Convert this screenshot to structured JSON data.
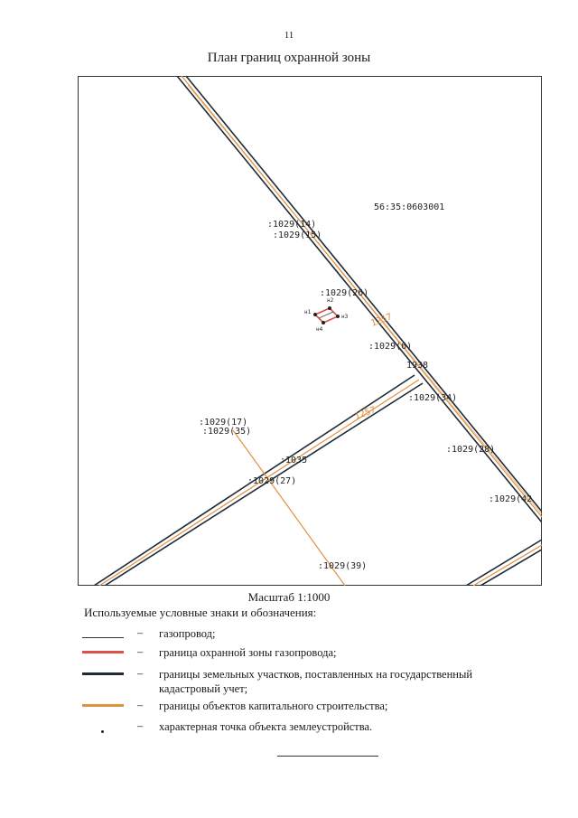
{
  "page_number": "11",
  "title": "План границ охранной зоны",
  "map": {
    "cadastral_quarter": "56:35:0603001",
    "labels": [
      {
        "id": "1029-14",
        "text": ":1029(14)",
        "style": "black"
      },
      {
        "id": "1029-15",
        "text": ":1029(15)",
        "style": "black"
      },
      {
        "id": "1029-26",
        "text": ":1029(26)",
        "style": "black"
      },
      {
        "id": "h1",
        "text": "н1",
        "style": "small"
      },
      {
        "id": "h2",
        "text": "н2",
        "style": "small"
      },
      {
        "id": "h3",
        "text": "н3",
        "style": "small"
      },
      {
        "id": "h4",
        "text": "н4",
        "style": "small"
      },
      {
        "id": "1257",
        "text": "1257",
        "style": "orange"
      },
      {
        "id": "1029-6",
        "text": ":1029(6)",
        "style": "black"
      },
      {
        "id": "1938",
        "text": "1938",
        "style": "black"
      },
      {
        "id": "1029-34",
        "text": ":1029(34)",
        "style": "black"
      },
      {
        "id": "1257-2",
        "text": "1257",
        "style": "orange"
      },
      {
        "id": "1029-17",
        "text": ":1029(17)",
        "style": "black"
      },
      {
        "id": "1029-35",
        "text": ":1029(35)",
        "style": "black"
      },
      {
        "id": "1029-28",
        "text": ":1029(28)",
        "style": "black"
      },
      {
        "id": "1035",
        "text": ":1035",
        "style": "black"
      },
      {
        "id": "1029-27",
        "text": ":1029(27)",
        "style": "black"
      },
      {
        "id": "1029-42",
        "text": ":1029(42",
        "style": "black"
      },
      {
        "id": "1029-39",
        "text": ":1029(39)",
        "style": "black"
      }
    ]
  },
  "scale": "Масштаб 1:1000",
  "legend": {
    "heading": "Используемые условные знаки и обозначения:",
    "dash": "–",
    "items": [
      {
        "symbol": "thin-line",
        "color": "#333333",
        "text": "газопровод;"
      },
      {
        "symbol": "thick-line",
        "color": "#d9534a",
        "text": "граница охранной зоны газопровода;"
      },
      {
        "symbol": "thick-line",
        "color": "#1f2a36",
        "text": "границы земельных участков,  поставленных на государственный кадастровый учет;"
      },
      {
        "symbol": "thick-line",
        "color": "#e0913f",
        "text": "границы объектов капитального строительства;"
      },
      {
        "symbol": "dot",
        "color": "#222222",
        "text": "характерная точка объекта землеустройства."
      }
    ]
  }
}
